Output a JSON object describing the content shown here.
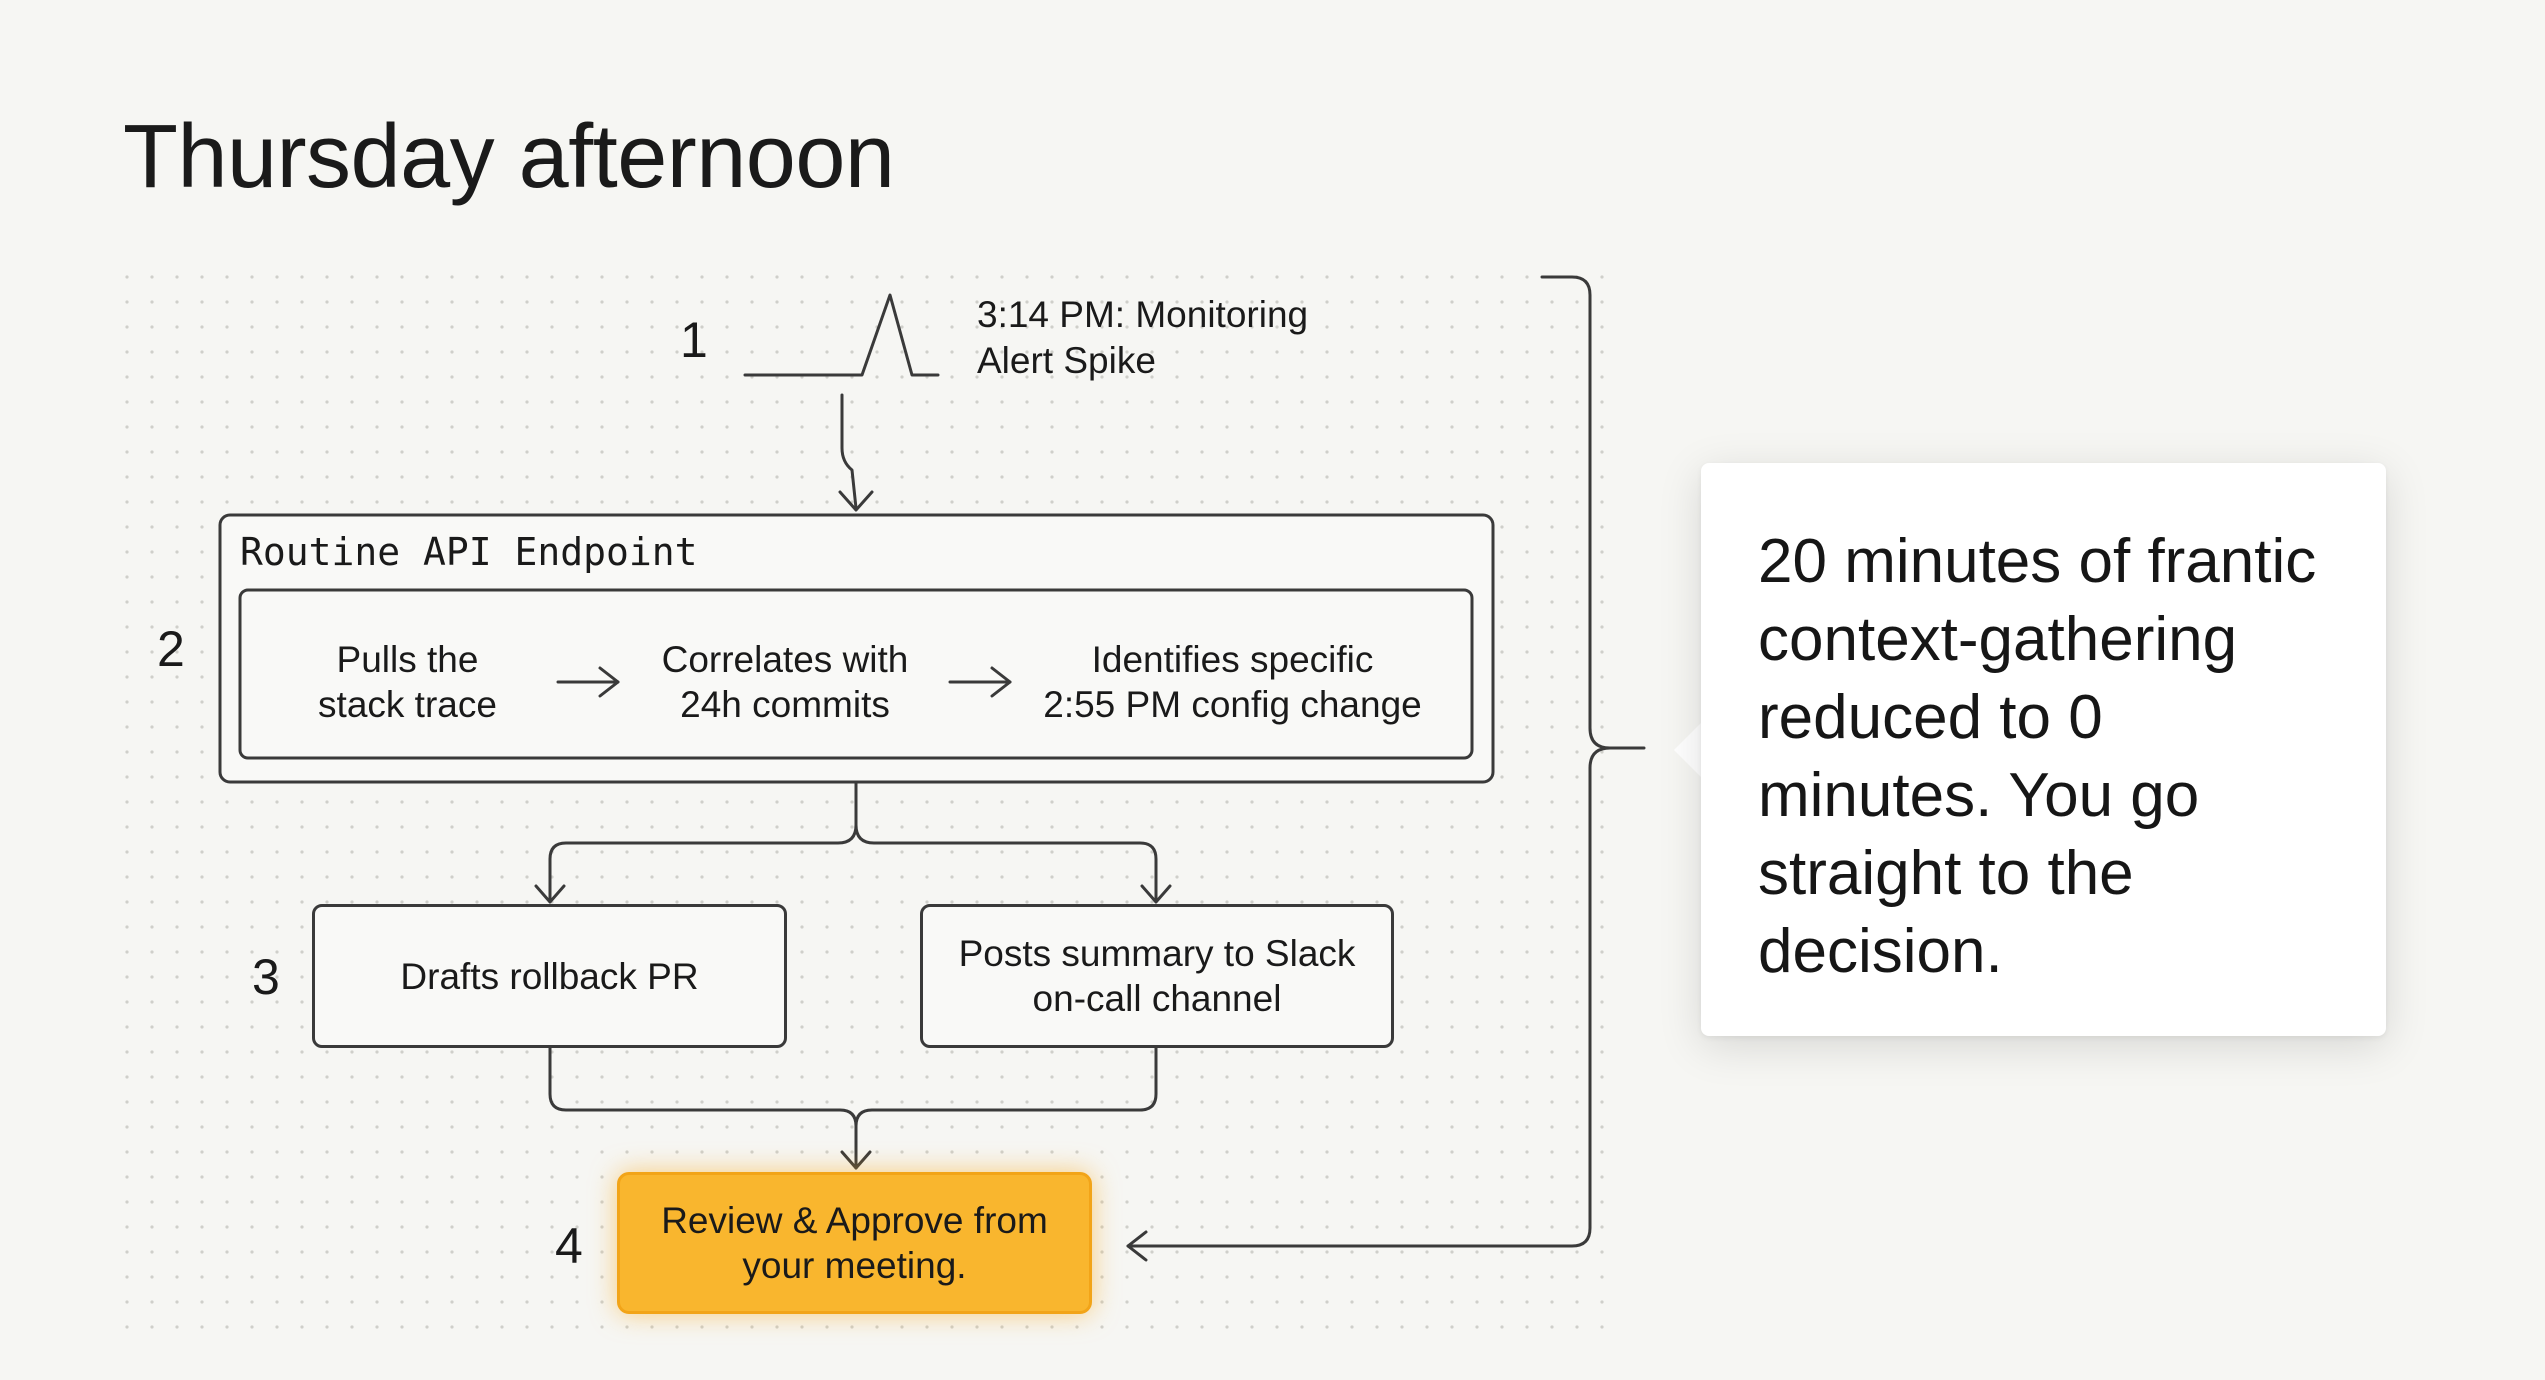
{
  "title": "Thursday afternoon",
  "steps": {
    "n1": "1",
    "n2": "2",
    "n3": "3",
    "n4": "4"
  },
  "alert": {
    "text": "3:14 PM: Monitoring\nAlert Spike"
  },
  "container": {
    "label": "Routine API Endpoint",
    "step_a": "Pulls the\nstack trace",
    "step_b": "Correlates with\n24h commits",
    "step_c": "Identifies specific\n2:55 PM config change"
  },
  "branches": {
    "left": "Drafts rollback PR",
    "right": "Posts summary to Slack\non-call channel"
  },
  "final": {
    "text": "Review & Approve from\nyour meeting."
  },
  "callout": {
    "text": "20 minutes of frantic context-gathering reduced to 0 minutes. You go straight to the decision."
  },
  "icons": [
    "spike-icon",
    "arrow-right-icon",
    "arrow-down-icon"
  ],
  "colors": {
    "background": "#f6f6f3",
    "stroke": "#3a3a3a",
    "accent": "#f9b62e",
    "card": "#ffffff"
  }
}
